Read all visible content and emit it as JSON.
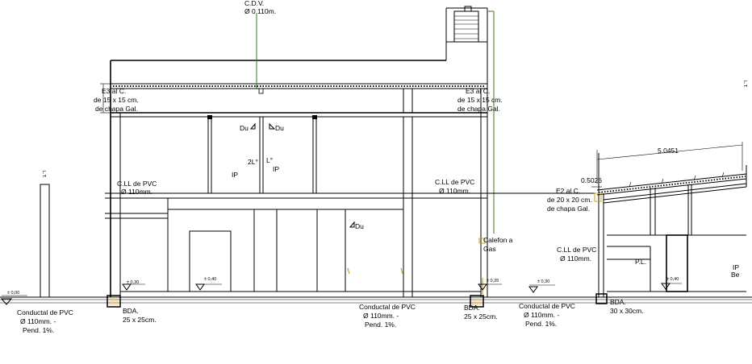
{
  "drawing": {
    "labels": {
      "cdv_title": "C.D.V.",
      "cdv_diam": "Ø 0,110m.",
      "e3_left_1": "E3 al C.",
      "e3_left_2": "de 15 x 15 cm.",
      "e3_left_3": "de chapa Gal.",
      "e3_right_1": "E3 al C.",
      "e3_right_2": "de 15 x 15 cm.",
      "e3_right_3": "de chapa Gal.",
      "du_1": "Du",
      "du_2": "Du",
      "du_3": "Du",
      "twol": "2L°",
      "l_deg": "L°",
      "ip_1": "IP",
      "ip_2": "IP",
      "cll_left_1": "C.LL de PVC",
      "cll_left_2": "Ø 110mm.",
      "cll_mid_1": "C.LL de PVC",
      "cll_mid_2": "Ø 110mm.",
      "cll_right_1": "C.LL de PVC",
      "cll_right_2": "Ø 110mm.",
      "calefon_1": "Calefon a",
      "calefon_2": "Gas",
      "dim_5": "5.0451",
      "dim_05": "0.5026",
      "e2_1": "E2 al C.",
      "e2_2": "de 20 x 20 cm.",
      "e2_3": "de chapa Gal.",
      "pl": "P.L.",
      "ip_right": "IP",
      "be": "Be",
      "lvl_000": "± 0,00",
      "lvl_030_a": "± 0,30",
      "lvl_040_a": "± 0,40",
      "lvl_035": "± 0,35",
      "lvl_030_b": "± 0,30",
      "lvl_040_b": "± 0,40",
      "cond1_1": "Conductal de PVC",
      "cond1_2": "Ø 110mm. -",
      "cond1_3": "Pend. 1%.",
      "bda1_1": "BDA.",
      "bda1_2": "25 x 25cm.",
      "cond2_1": "Conductal de PVC",
      "cond2_2": "Ø 110mm. -",
      "cond2_3": "Pend. 1%.",
      "bda2_1": "BDA.",
      "bda2_2": "25 x 25cm.",
      "cond3_1": "Conductal de PVC",
      "cond3_2": "Ø 110mm. -",
      "cond3_3": "Pend. 1%.",
      "bda3_1": "BDA.",
      "bda3_2": "30 x 30cm.",
      "lt_left": "L.T.",
      "lt_right": "L.T."
    },
    "colors": {
      "line": "#000000",
      "vent_pipe": "#3d7a1e",
      "gas_pipe": "#c7a021"
    }
  }
}
